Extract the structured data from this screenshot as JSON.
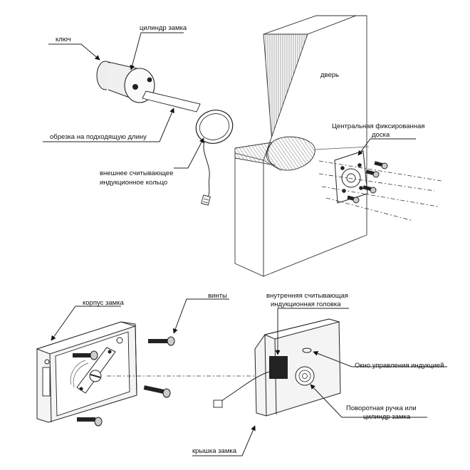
{
  "labels": {
    "key": "ключ",
    "lock_cylinder_top": "цилиндр замка",
    "trim_to_length": "обрезка на подходящую длину",
    "outer_ring_line1": "внешнее считывающее",
    "outer_ring_line2": "индукционное кольцо",
    "door": "дверь",
    "center_plate_line1": "Центральная фиксированная",
    "center_plate_line2": "доска",
    "lock_body": "корпус замка",
    "screws": "винты",
    "inner_head_line1": "внутренняя считывающая",
    "inner_head_line2": "индукционная головка",
    "induction_window": "Окно управления индукцией",
    "knob_line1": "Поворотная ручка или",
    "knob_line2": "цилиндр замка",
    "lock_cover": "крышка замка"
  }
}
